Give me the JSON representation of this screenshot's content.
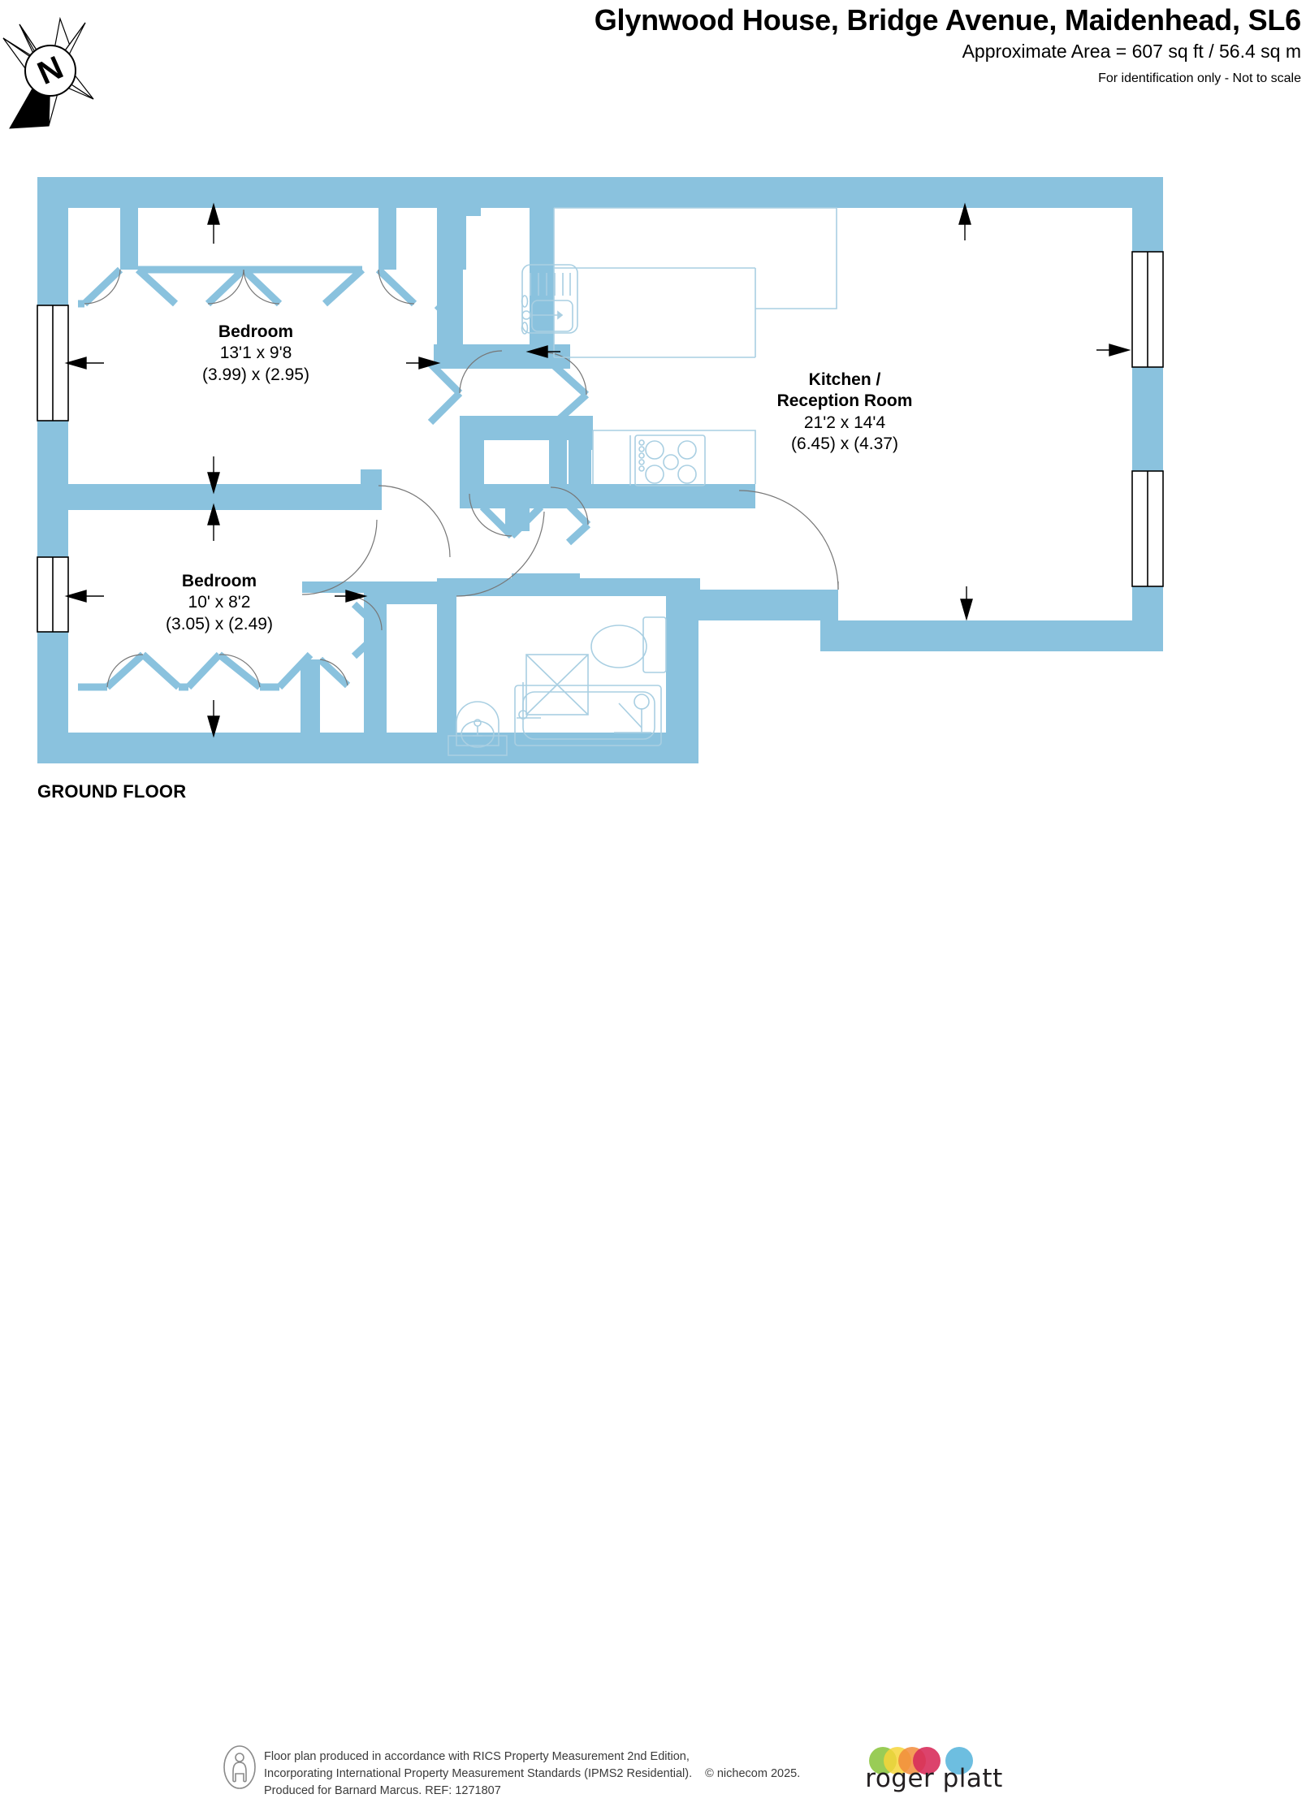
{
  "header": {
    "title": "Glynwood House, Bridge Avenue, Maidenhead, SL6",
    "area": "Approximate Area = 607 sq ft / 56.4 sq m",
    "scale_note": "For identification only - Not to scale"
  },
  "compass": {
    "letter": "N",
    "name": "north-arrow"
  },
  "plan": {
    "floor_label": "GROUND FLOOR",
    "wall_color": "#8ac2de",
    "fixture_color": "#a9cfe2",
    "rooms": [
      {
        "id": "bedroom-1",
        "name": "Bedroom",
        "dim_imperial": "13'1 x 9'8",
        "dim_metric": "(3.99) x (2.95)"
      },
      {
        "id": "bedroom-2",
        "name": "Bedroom",
        "dim_imperial": "10' x 8'2",
        "dim_metric": "(3.05) x (2.49)"
      },
      {
        "id": "kitchen-reception",
        "name_line1": "Kitchen /",
        "name_line2": "Reception Room",
        "dim_imperial": "21'2 x 14'4",
        "dim_metric": "(6.45) x (4.37)"
      }
    ]
  },
  "footer": {
    "line1": "Floor plan produced in accordance with RICS Property Measurement 2nd Edition,",
    "line2": "Incorporating International Property Measurement Standards (IPMS2 Residential).",
    "copyright": "© nichecom 2025.",
    "line3": "Produced for Barnard Marcus.   REF:  1271807",
    "brand": "roger platt",
    "brand_colors": [
      "#8cc63f",
      "#f5d020",
      "#f07d20",
      "#d31245",
      "#59b6dc"
    ]
  }
}
